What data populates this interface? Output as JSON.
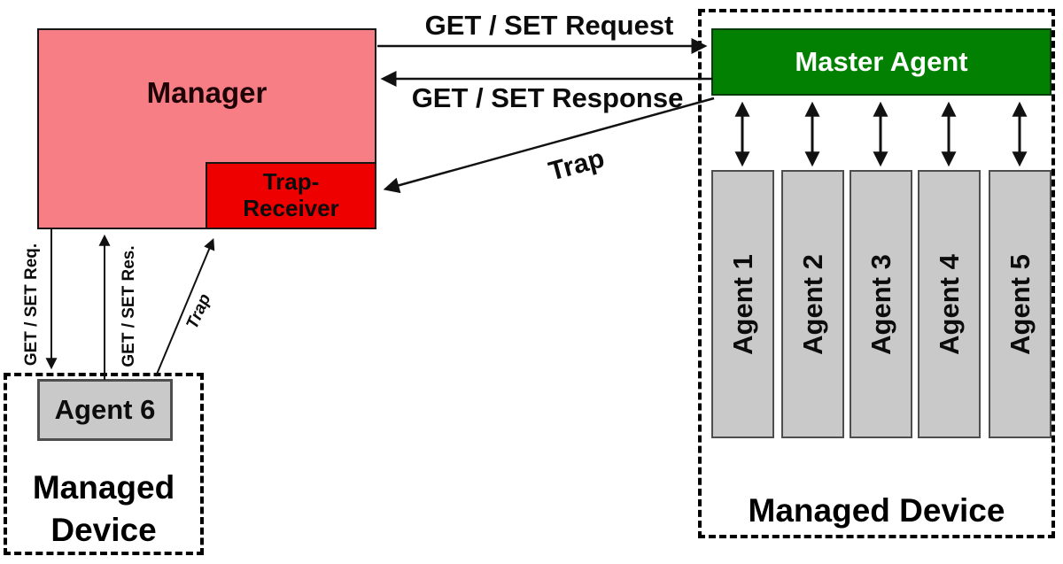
{
  "manager": {
    "label": "Manager",
    "trap_receiver_label": "Trap-\nReceiver"
  },
  "arrows": {
    "request_label": "GET / SET Request",
    "response_label": "GET / SET Response",
    "trap_label": "Trap",
    "req_small_label": "GET / SET Req.",
    "res_small_label": "GET / SET Res.",
    "trap_small_label": "Trap"
  },
  "right_device": {
    "label": "Managed Device",
    "master_agent_label": "Master Agent",
    "agents": [
      "Agent 1",
      "Agent 2",
      "Agent 3",
      "Agent 4",
      "Agent 5"
    ]
  },
  "left_device": {
    "label": "Managed\nDevice",
    "agent_label": "Agent 6"
  },
  "colors": {
    "manager_fill": "#f87e86",
    "trap_receiver_fill": "#ee0000",
    "master_agent_fill": "#028002",
    "agent_fill": "#c9c9c9",
    "arrow_color": "#111111",
    "dashed_border": "#000000"
  }
}
